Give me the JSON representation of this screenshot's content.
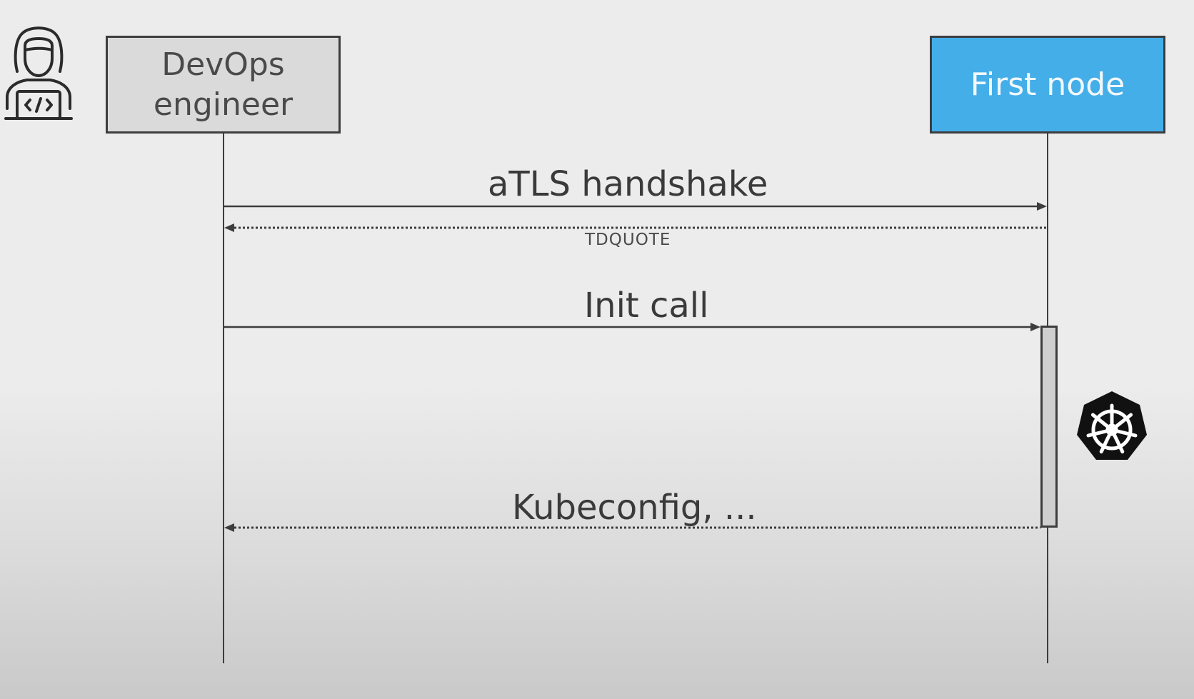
{
  "participants": {
    "devops": {
      "line1": "DevOps",
      "line2": "engineer"
    },
    "first_node": {
      "label": "First node",
      "color": "#44aee9"
    }
  },
  "messages": {
    "atls": "aTLS handshake",
    "tdquote": "TDQUOTE",
    "init": "Init call",
    "kubeconfig": "Kubeconfig, ..."
  },
  "icons": {
    "developer": "developer-person-icon",
    "kubernetes": "kubernetes-helm-icon"
  }
}
